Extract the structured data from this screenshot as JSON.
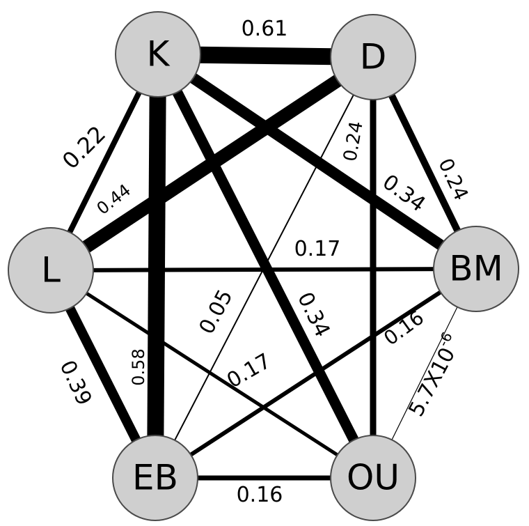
{
  "nodes": [
    {
      "id": "K",
      "label": "K"
    },
    {
      "id": "D",
      "label": "D"
    },
    {
      "id": "L",
      "label": "L"
    },
    {
      "id": "BM",
      "label": "BM"
    },
    {
      "id": "EB",
      "label": "EB"
    },
    {
      "id": "OU",
      "label": "OU"
    }
  ],
  "edges": [
    {
      "from": "K",
      "to": "D",
      "label": "0.61",
      "weight": 0.61
    },
    {
      "from": "K",
      "to": "L",
      "label": "0.22",
      "weight": 0.22
    },
    {
      "from": "K",
      "to": "EB",
      "label": "0.58",
      "weight": 0.58
    },
    {
      "from": "K",
      "to": "BM",
      "label": "0.34",
      "weight": 0.34
    },
    {
      "from": "K",
      "to": "OU",
      "label": "0.34",
      "weight": 0.34
    },
    {
      "from": "D",
      "to": "L",
      "label": "0.44",
      "weight": 0.44
    },
    {
      "from": "D",
      "to": "BM",
      "label": "0.24",
      "weight": 0.24
    },
    {
      "from": "D",
      "to": "EB",
      "label": "0.05",
      "weight": 0.05
    },
    {
      "from": "D",
      "to": "OU",
      "label": "0.24",
      "weight": 0.24
    },
    {
      "from": "L",
      "to": "BM",
      "label": "0.17",
      "weight": 0.17
    },
    {
      "from": "L",
      "to": "EB",
      "label": "0.39",
      "weight": 0.39
    },
    {
      "from": "L",
      "to": "OU",
      "label": "0.17",
      "weight": 0.17
    },
    {
      "from": "BM",
      "to": "EB",
      "label": "0.16",
      "weight": 0.16
    },
    {
      "from": "BM",
      "to": "OU",
      "label": "5.7X10",
      "label_sup": "-6",
      "weight": 5.7e-06
    },
    {
      "from": "EB",
      "to": "OU",
      "label": "0.16",
      "weight": 0.16
    }
  ],
  "colors": {
    "node_fill": "#cfcfcf",
    "node_stroke": "#4a4a4a",
    "edge": "#000000",
    "text": "#000000"
  }
}
